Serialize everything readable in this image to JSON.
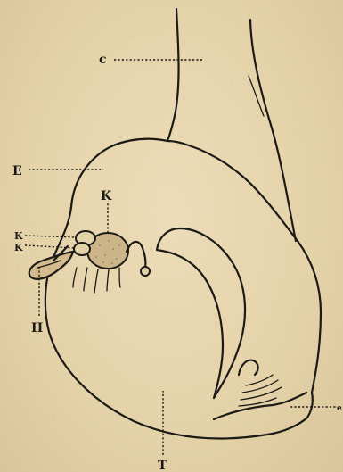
{
  "labels": {
    "c": "c",
    "E": "E",
    "K": "K",
    "KK": "K K",
    "H": "H",
    "T": "T",
    "e": "e"
  },
  "colors": {
    "paper": "#e7d6ae",
    "ink": "#1c1a17"
  }
}
